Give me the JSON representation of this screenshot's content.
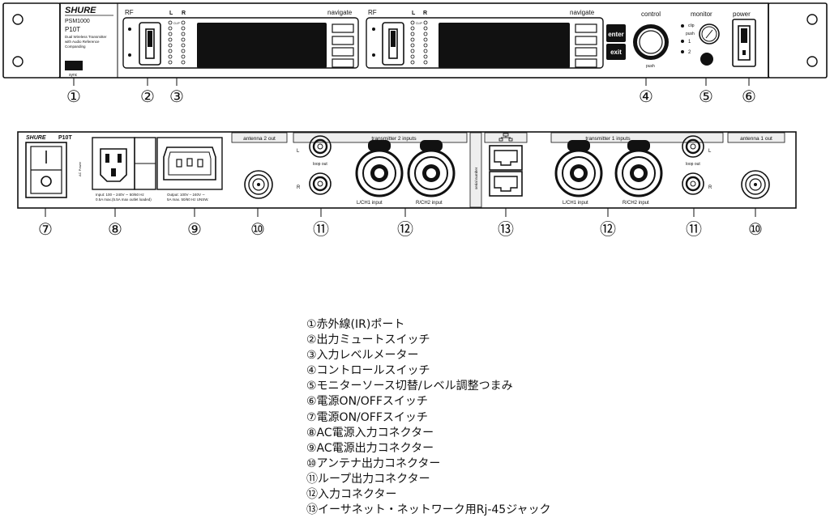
{
  "front": {
    "brand": "SHURE",
    "model": "PSM1000",
    "product": "P10T",
    "description_lines": [
      "Dual Wireless Transmitter",
      "with Audio Reference",
      "Companding"
    ],
    "sync": "sync",
    "rf": "RF",
    "level_l": "L",
    "level_r": "R",
    "clip_small": "CLIP",
    "navigate": "navigate",
    "enter": "enter",
    "exit": "exit",
    "control": "control",
    "push": "push",
    "monitor": "monitor",
    "clip": "clip",
    "monitor_push": "push",
    "ch1": "1",
    "ch2": "2",
    "power": "power"
  },
  "rear": {
    "brand": "SHURE",
    "model": "P10T",
    "ac_power": "AC Power",
    "input_spec_1": "Input: 100 – 240V ∼ 50/60 Hz",
    "input_spec_2": "0.5A max.(5.5A max outlet loaded)",
    "output_spec_1": "Output: 100V – 240V ∼",
    "output_spec_2": "5A max. 50/60 Hz UNSW.",
    "antenna2_out": "antenna 2 out",
    "transmitter2_inputs": "transmitter 2 inputs",
    "loop_out": "loop out",
    "l": "L",
    "r": "R",
    "lch1_input": "L/CH1   input",
    "rch2_input": "R/CH2   input",
    "serial_number": "serial number",
    "transmitter1_inputs": "transmitter 1 inputs",
    "antenna1_out": "antenna 1 out"
  },
  "callouts": {
    "n1": "①",
    "n2": "②",
    "n3": "③",
    "n4": "④",
    "n5": "⑤",
    "n6": "⑥",
    "n7": "⑦",
    "n8": "⑧",
    "n9": "⑨",
    "n10": "⑩",
    "n11": "⑪",
    "n12": "⑫",
    "n13": "⑬"
  },
  "legend": [
    "①赤外線(IR)ポート",
    "②出力ミュートスイッチ",
    "③入力レベルメーター",
    "④コントロールスイッチ",
    "⑤モニターソース切替/レベル調整つまみ",
    "⑥電源ON/OFFスイッチ",
    "⑦電源ON/OFFスイッチ",
    "⑧AC電源入力コネクター",
    "⑨AC電源出力コネクター",
    "⑩アンテナ出力コネクター",
    "⑪ループ出力コネクター",
    "⑫入力コネクター",
    "⑬イーサネット・ネットワーク用Rj-45ジャック"
  ]
}
